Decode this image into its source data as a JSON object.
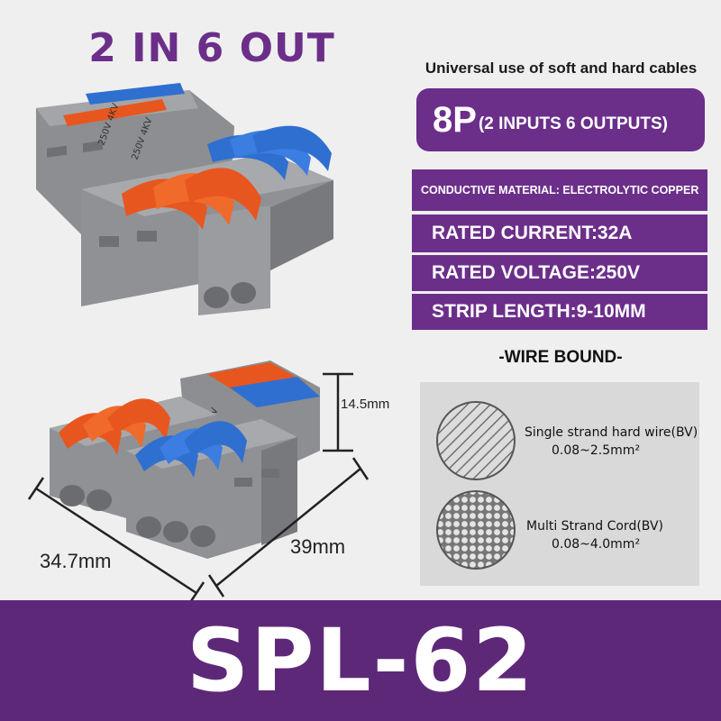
{
  "headline": "2 IN 6 OUT",
  "subtitle": "Universal use of soft and hard cables",
  "model_box": {
    "big": "8P",
    "small": "(2 INPUTS 6 OUTPUTS)"
  },
  "specs": {
    "material": "CONDUCTIVE MATERIAL: ELECTROLYTIC COPPER",
    "current": "RATED CURRENT:32A",
    "voltage": "RATED VOLTAGE:250V",
    "strip": "STRIP LENGTH:9-10MM"
  },
  "wire_bound": {
    "title": "-WIRE BOUND-",
    "single": {
      "name": "Single strand hard wire(BV)",
      "range": "0.08~2.5mm²"
    },
    "multi": {
      "name": "Multi Strand Cord(BV)",
      "range": "0.08~4.0mm²"
    }
  },
  "dimensions": {
    "height": "14.5mm",
    "width": "34.7mm",
    "depth": "39mm"
  },
  "housing_marking": "250V 4KV",
  "model_code": "SPL-62",
  "colors": {
    "brand_purple": "#6b2f8a",
    "lever_orange": "#e8561f",
    "lever_blue": "#2f6fd0",
    "housing_gray": "#8f9194"
  }
}
